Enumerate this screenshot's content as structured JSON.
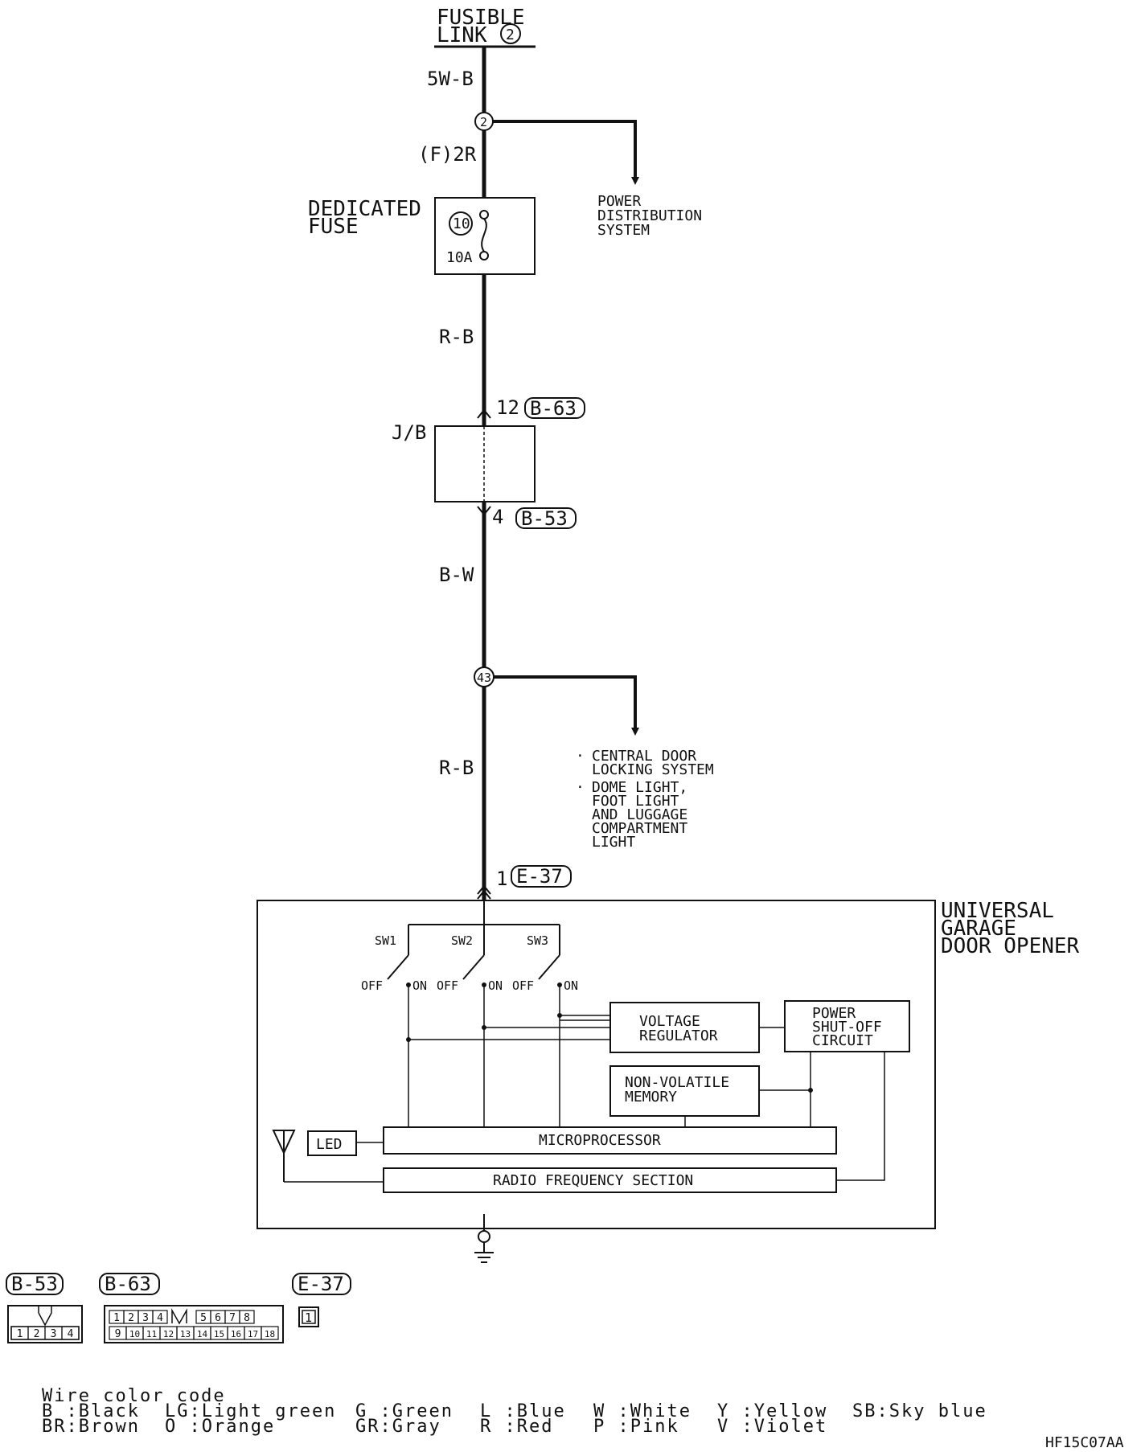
{
  "top": {
    "fusible_link": [
      "FUSIBLE",
      "LINK"
    ],
    "fusible_link_no": "2",
    "wire_top": "5W-B"
  },
  "splice1": {
    "id": "2",
    "wire": "(F)2R",
    "dest": [
      "POWER",
      "DISTRIBUTION",
      "SYSTEM"
    ]
  },
  "fuse": {
    "title": [
      "DEDICATED",
      "FUSE"
    ],
    "number": "10",
    "rating": "10A"
  },
  "wire_rb1": "R-B",
  "jb": {
    "label": "J/B",
    "pin_in": "12",
    "conn_in": "B-63",
    "pin_out": "4",
    "conn_out": "B-53"
  },
  "wire_bw": "B-W",
  "splice2": {
    "id": "43",
    "dest1": [
      "CENTRAL DOOR",
      "LOCKING SYSTEM"
    ],
    "dest2": [
      "DOME LIGHT,",
      "FOOT LIGHT",
      "AND LUGGAGE",
      "COMPARTMENT",
      "LIGHT"
    ]
  },
  "wire_rb2": "R-B",
  "unit": {
    "pin": "1",
    "conn": "E-37",
    "title": [
      "UNIVERSAL",
      "GARAGE",
      "DOOR OPENER"
    ],
    "switches": [
      "SW1",
      "SW2",
      "SW3"
    ],
    "off": "OFF",
    "on": "ON",
    "voltage_regulator": [
      "VOLTAGE",
      "REGULATOR"
    ],
    "power_shutoff": [
      "POWER",
      "SHUT-OFF",
      "CIRCUIT"
    ],
    "nv_memory": [
      "NON-VOLATILE",
      "MEMORY"
    ],
    "led": "LED",
    "microprocessor": "MICROPROCESSOR",
    "rf": "RADIO FREQUENCY SECTION"
  },
  "connectors": [
    {
      "name": "B-53",
      "pins": [
        "1",
        "2",
        "3",
        "4"
      ]
    },
    {
      "name": "B-63",
      "pins_top": [
        "1",
        "2",
        "3",
        "4",
        "5",
        "6",
        "7",
        "8"
      ],
      "pins_bottom": [
        "9",
        "10",
        "11",
        "12",
        "13",
        "14",
        "15",
        "16",
        "17",
        "18"
      ]
    },
    {
      "name": "E-37",
      "pins": [
        "1"
      ]
    }
  ],
  "legend": {
    "title": "Wire color code",
    "entries": [
      [
        "B :Black",
        "LG:Light green",
        "G :Green",
        "L :Blue",
        "W :White",
        "Y :Yellow",
        "SB:Sky blue"
      ],
      [
        "BR:Brown",
        "O :Orange",
        "GR:Gray",
        "R :Red",
        "P :Pink",
        "V :Violet"
      ]
    ]
  },
  "figure_code": "HF15C07AA"
}
